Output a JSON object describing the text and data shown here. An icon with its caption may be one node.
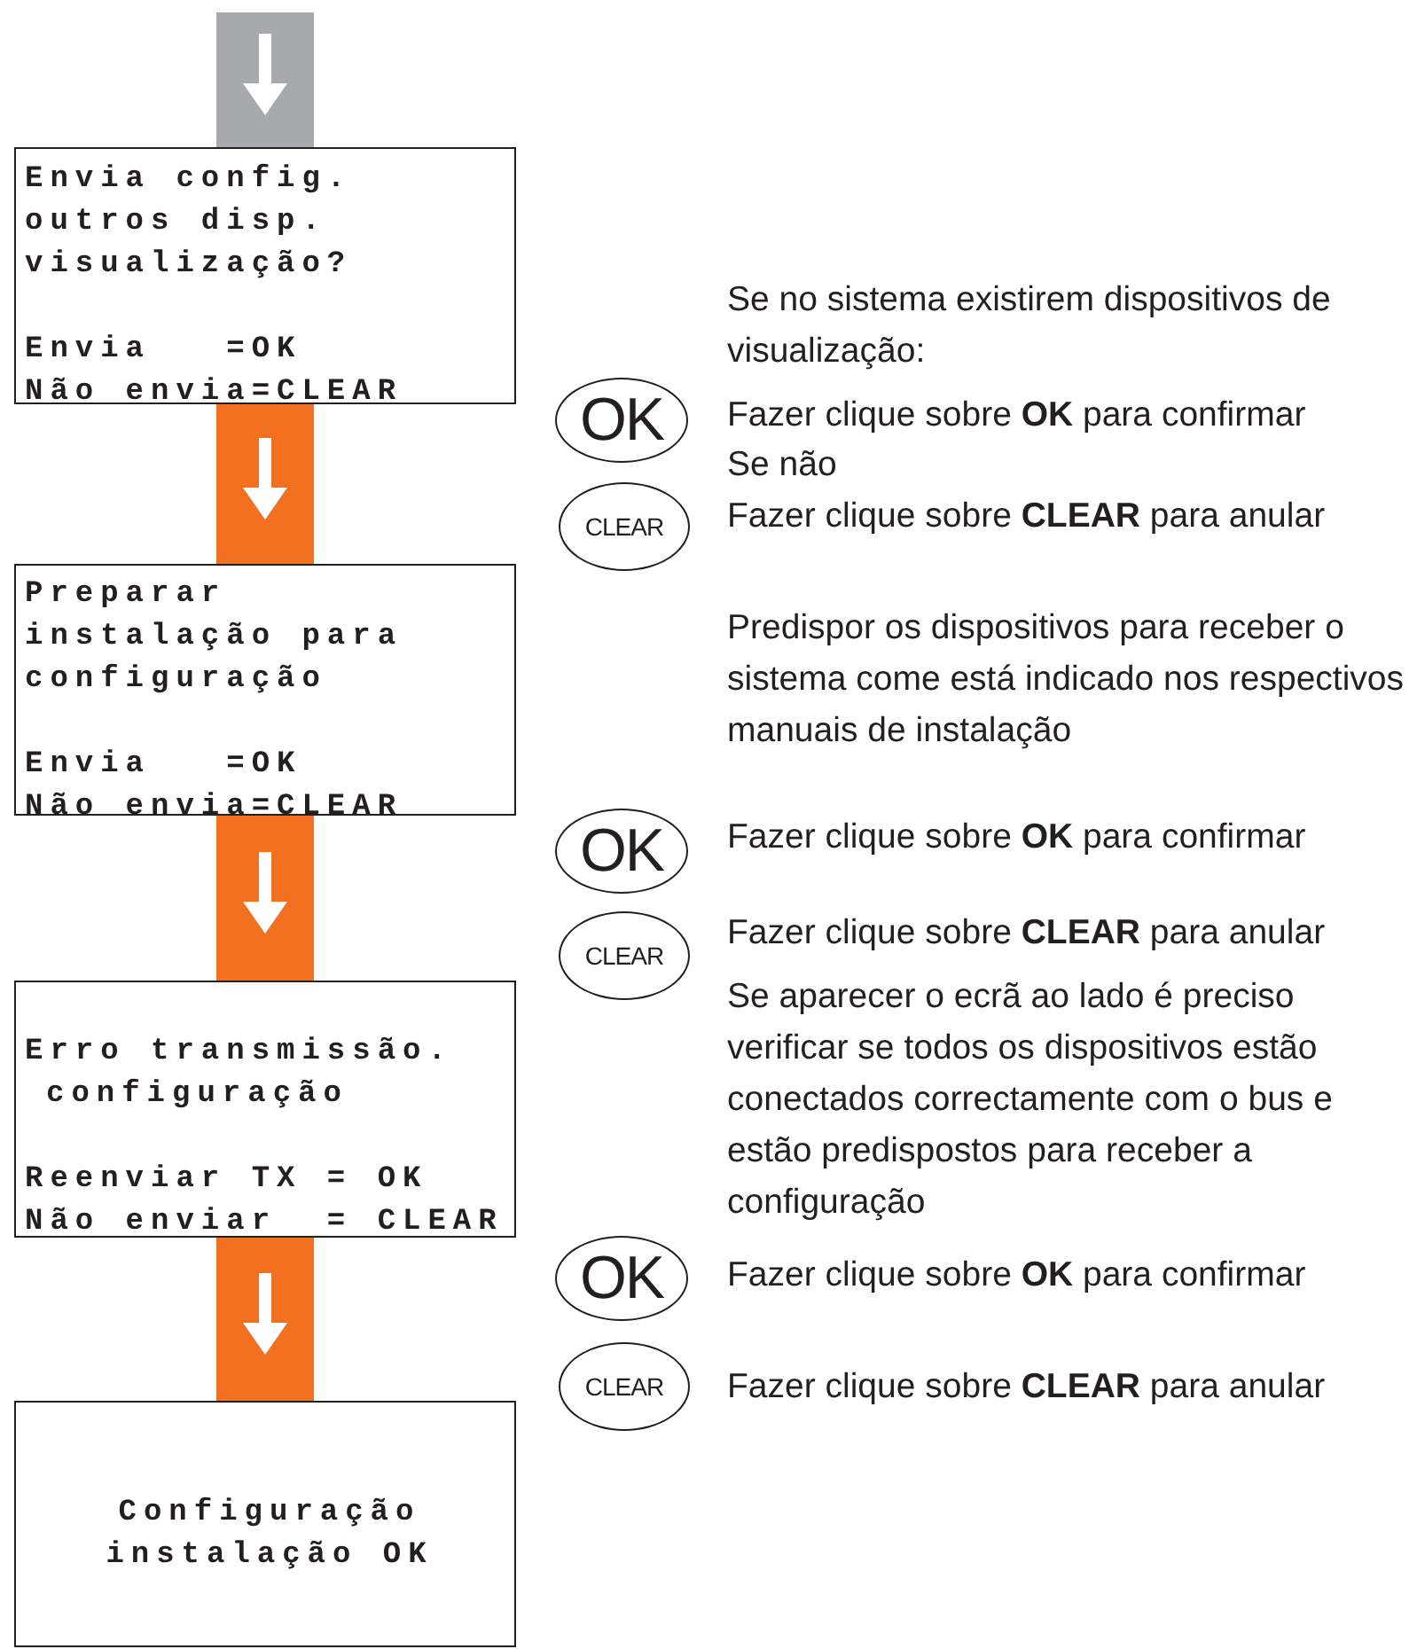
{
  "diagram": {
    "nodes": [
      {
        "text": [
          "Envia config.",
          "outros disp.",
          "visualização?",
          "Envia   =OK",
          "Não envia=CLEAR"
        ]
      },
      {
        "text": [
          "Preparar",
          "instalação para",
          "configuração",
          "Envia   =OK",
          "Não envia=CLEAR"
        ]
      },
      {
        "text": [
          "Erro transmissão.",
          "configuração",
          "Reenviar TX = OK",
          "Não enviar  = CLEAR"
        ]
      },
      {
        "text": [
          "Configuração",
          "instalação OK"
        ]
      }
    ],
    "edges": [
      {
        "from": null,
        "to": 0,
        "arrow": "to",
        "color": "#a7a9ac"
      },
      {
        "from": 0,
        "to": 1,
        "arrow": "to"
      },
      {
        "from": 1,
        "to": 2,
        "arrow": "to"
      },
      {
        "from": 2,
        "to": 3,
        "arrow": "to"
      }
    ],
    "labels": [
      "Se no sistema existirem dispositivos de visualização:",
      "OK",
      "Fazer clique sobre **OK** para confirmar",
      "Se não",
      "CLEAR",
      "Fazer clique sobre **CLEAR** para anular",
      "Predispor os dispositivos para receber o sistema come está indicado nos respectivos manuais de instalação",
      "OK",
      "Fazer clique sobre **OK** para confirmar",
      "CLEAR",
      "Fazer clique sobre **CLEAR** para anular",
      "Se aparecer o ecrã ao lado é preciso verificar se todos os dispositivos estão conectados correctamente com o bus e estão predispostos para receber a configuração",
      "OK",
      "Fazer clique sobre **OK** para confirmar",
      "CLEAR",
      "Fazer clique sobre **CLEAR** para anular"
    ]
  }
}
